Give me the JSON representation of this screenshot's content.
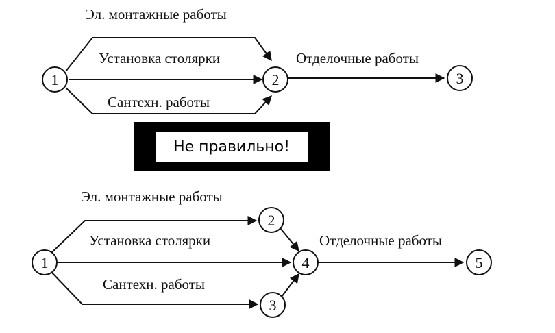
{
  "top_diagram": {
    "nodes": {
      "n1": "1",
      "n2": "2",
      "n3": "3"
    },
    "labels": {
      "el_montazh": "Эл. монтажные работы",
      "ustanovka": "Установка столярки",
      "santeh": "Сантехн. работы",
      "otdelochnye": "Отделочные работы"
    }
  },
  "verdict": {
    "text": "Не правильно!"
  },
  "bottom_diagram": {
    "nodes": {
      "n1": "1",
      "n2": "2",
      "n3": "3",
      "n4": "4",
      "n5": "5"
    },
    "labels": {
      "el_montazh": "Эл. монтажные работы",
      "ustanovka": "Установка столярки",
      "santeh": "Сантехн. работы",
      "otdelochnye": "Отделочные работы"
    }
  }
}
